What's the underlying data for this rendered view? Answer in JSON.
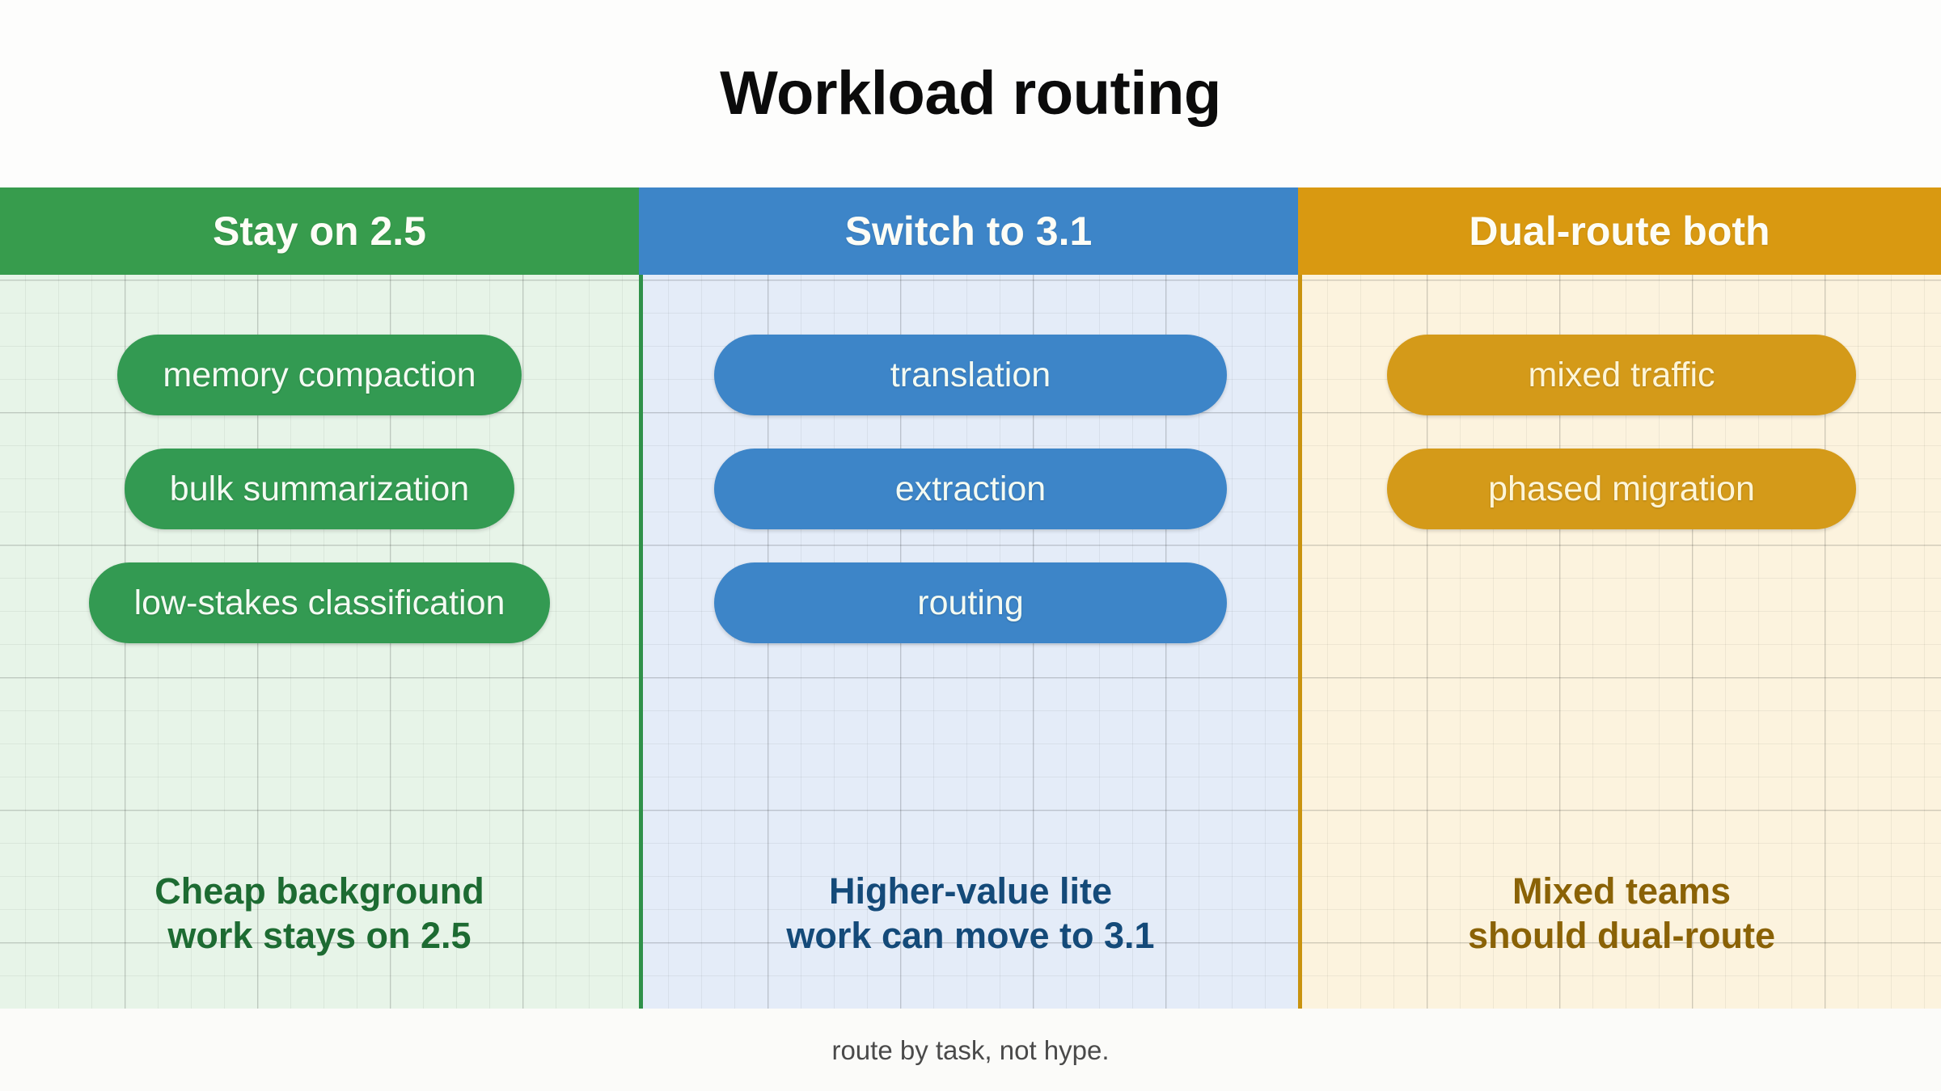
{
  "page": {
    "title": "Workload routing",
    "footer_caption": "route by task, not hype."
  },
  "colors": {
    "green_header": "#379c4d",
    "blue_header": "#3d85c8",
    "orange_header": "#d99911",
    "green_pill": "#339a52",
    "blue_pill": "#3d85c8",
    "orange_pill": "#d49a19",
    "green_body": "#e7f4e8",
    "blue_body": "#e4ecf8",
    "orange_body": "#fcf3de",
    "green_text": "#1d6b32",
    "blue_text": "#144a79",
    "orange_text": "#8a6206",
    "title_text": "#0b0b0b",
    "footer_text": "#4a4a4a"
  },
  "columns": [
    {
      "header": "Stay on 2.5",
      "items": [
        "memory compaction",
        "bulk summarization",
        "low-stakes classification"
      ],
      "summary": "Cheap background\nwork stays on 2.5"
    },
    {
      "header": "Switch to 3.1",
      "items": [
        "translation",
        "extraction",
        "routing"
      ],
      "summary": "Higher-value lite\nwork can move to 3.1"
    },
    {
      "header": "Dual-route both",
      "items": [
        "mixed traffic",
        "phased migration"
      ],
      "summary": "Mixed teams\nshould dual-route"
    }
  ]
}
